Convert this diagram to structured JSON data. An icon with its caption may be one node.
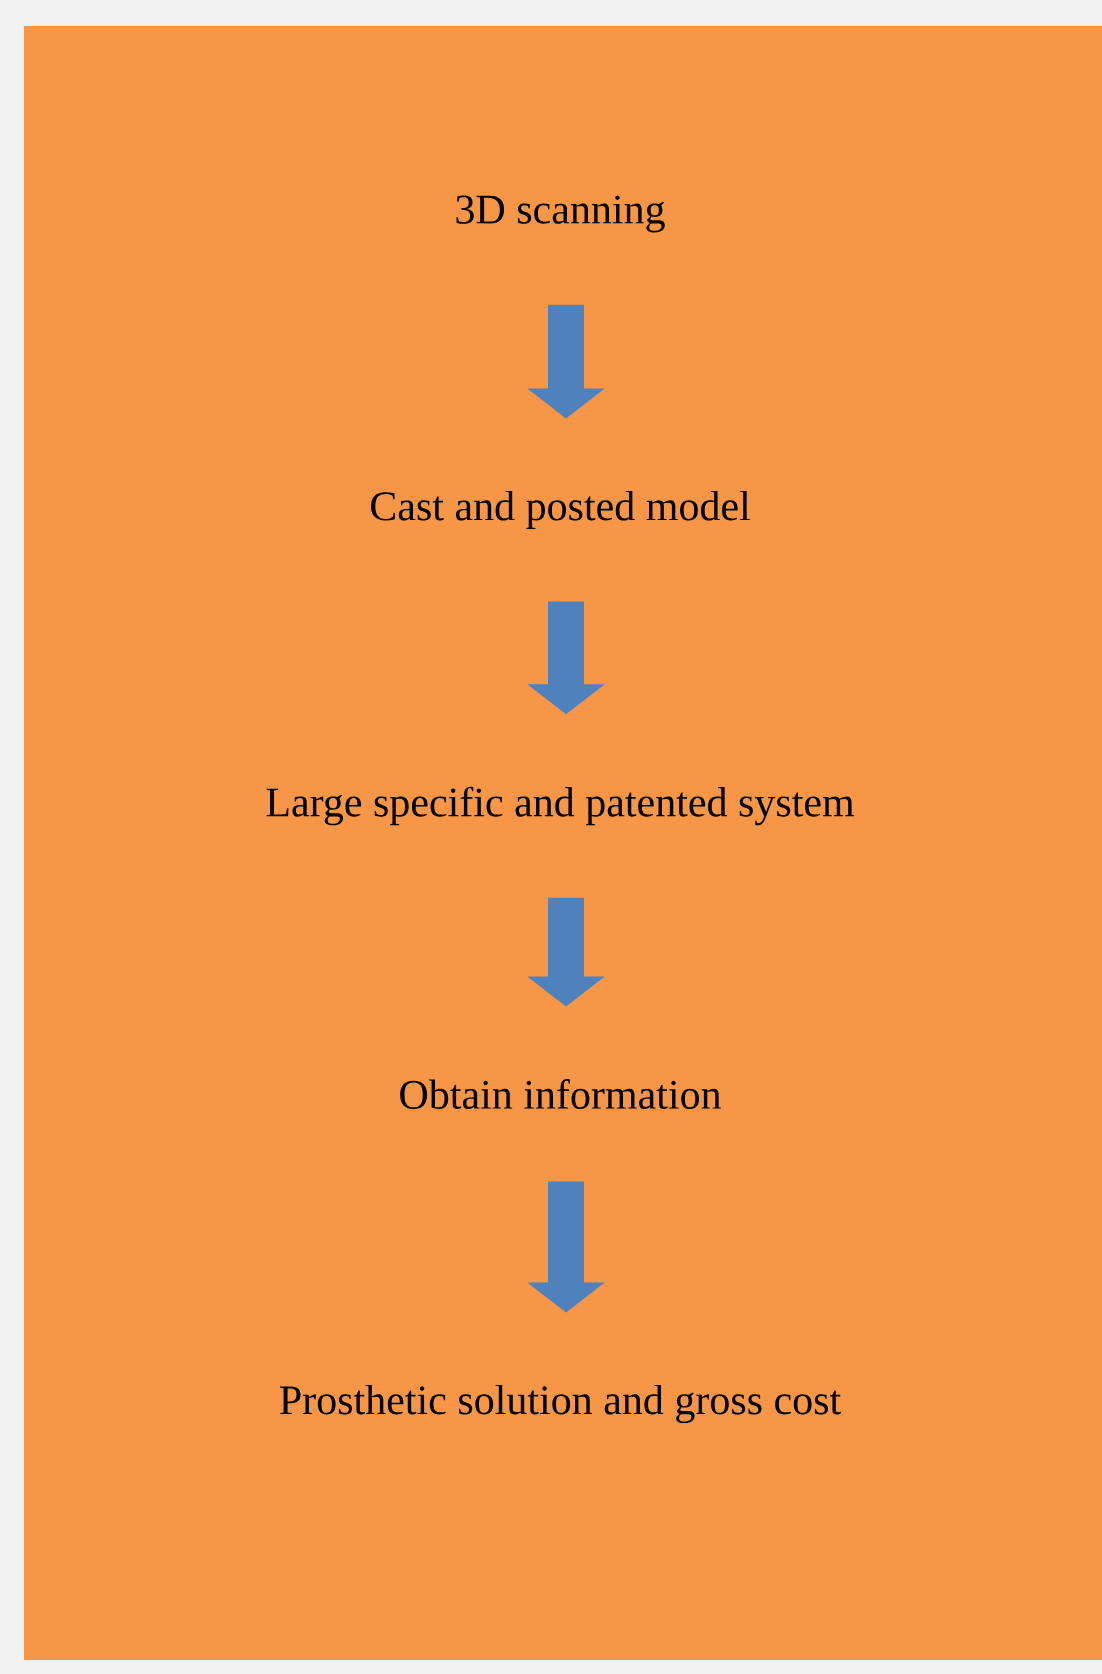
{
  "diagram": {
    "nodes": [
      {
        "text": [
          "3D scanning"
        ]
      },
      {
        "text": [
          "Cast and posted model"
        ]
      },
      {
        "text": [
          "Large specific and patented system"
        ]
      },
      {
        "text": [
          "Obtain information"
        ]
      },
      {
        "text": [
          "Prosthetic solution and gross cost"
        ]
      }
    ],
    "edges": [
      {
        "from": 0,
        "to": 1,
        "arrow": "to"
      },
      {
        "from": 1,
        "to": 2,
        "arrow": "to"
      },
      {
        "from": 2,
        "to": 3,
        "arrow": "to"
      },
      {
        "from": 3,
        "to": 4,
        "arrow": "to"
      }
    ]
  }
}
